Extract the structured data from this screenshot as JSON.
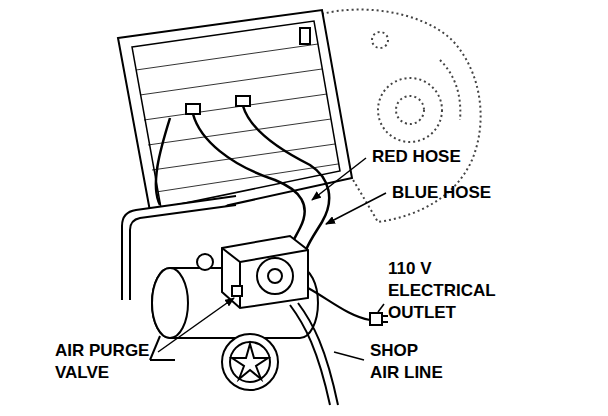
{
  "diagram": {
    "labels": [
      "RED HOSE",
      "BLUE HOSE",
      "110 V ELECTRICAL OUTLET",
      "AIR PURGE VALVE",
      "SHOP AIR LINE"
    ]
  }
}
